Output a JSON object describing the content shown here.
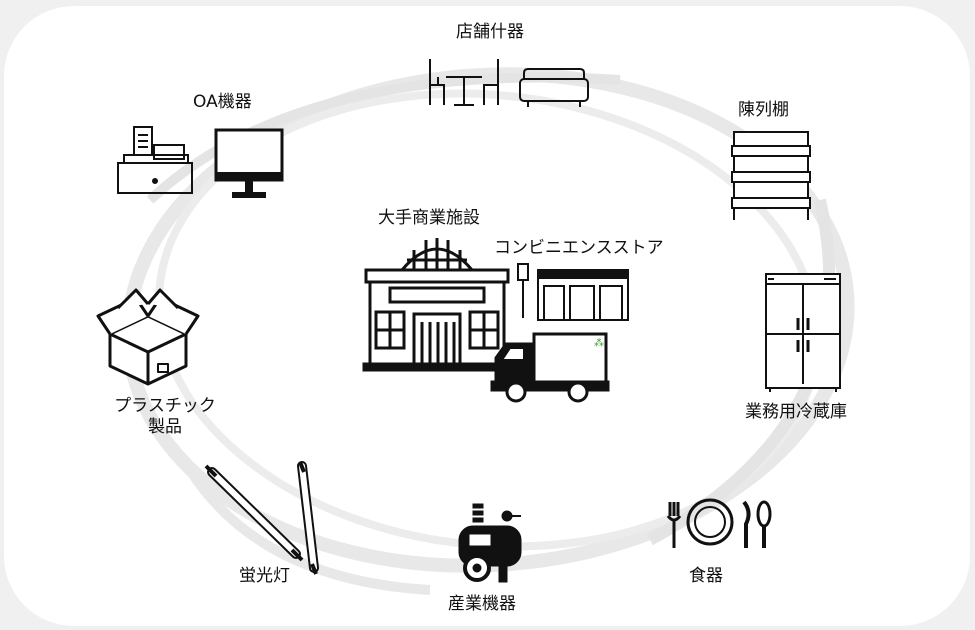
{
  "labels": {
    "store_fixtures": "店舗什器",
    "oa_equipment": "OA機器",
    "display_shelf": "陳列棚",
    "large_commercial": "大手商業施設",
    "convenience_store": "コンビニエンスストア",
    "plastic_line1": "プラスチック",
    "plastic_line2": "製品",
    "commercial_fridge": "業務用冷蔵庫",
    "fluorescent": "蛍光灯",
    "tableware": "食器",
    "industrial_machinery": "産業機器"
  },
  "colors": {
    "background": "#f0f0f0",
    "panel": "#ffffff",
    "ink": "#111111",
    "ring": "#e6e6e6"
  }
}
